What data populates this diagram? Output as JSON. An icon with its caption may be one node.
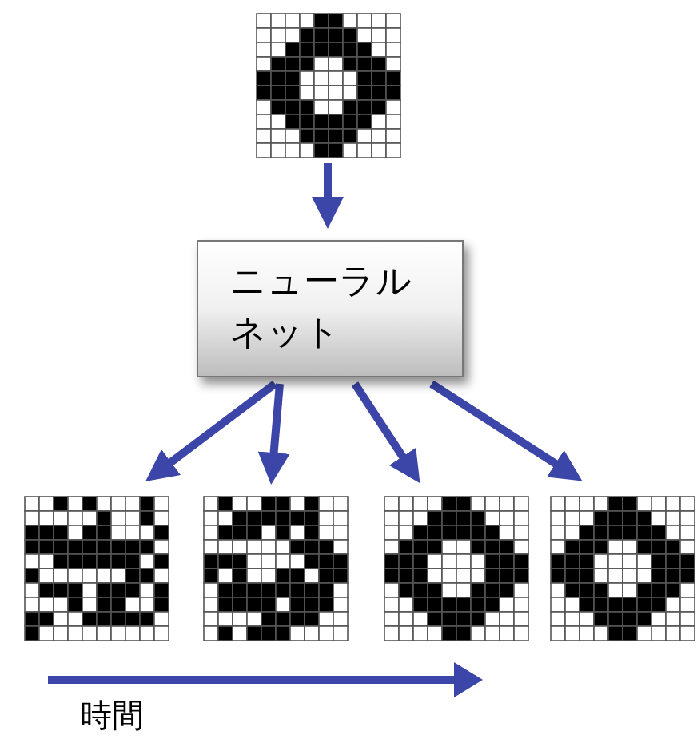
{
  "diagram": {
    "nodes": [
      {
        "text": [],
        "shape": "picture"
      },
      {
        "text": [
          "ニューラルネット"
        ]
      },
      {
        "text": [],
        "shape": "picture"
      },
      {
        "text": [],
        "shape": "picture"
      },
      {
        "text": [],
        "shape": "picture"
      },
      {
        "text": [],
        "shape": "picture"
      }
    ],
    "edges": [
      {
        "from": 0,
        "to": 1,
        "arrow": "to"
      },
      {
        "from": 1,
        "to": 2,
        "arrow": "to"
      },
      {
        "from": 1,
        "to": 3,
        "arrow": "to"
      },
      {
        "from": 1,
        "to": 4,
        "arrow": "to"
      },
      {
        "from": 1,
        "to": 5,
        "arrow": "to"
      }
    ],
    "labels": [
      "時間"
    ]
  }
}
